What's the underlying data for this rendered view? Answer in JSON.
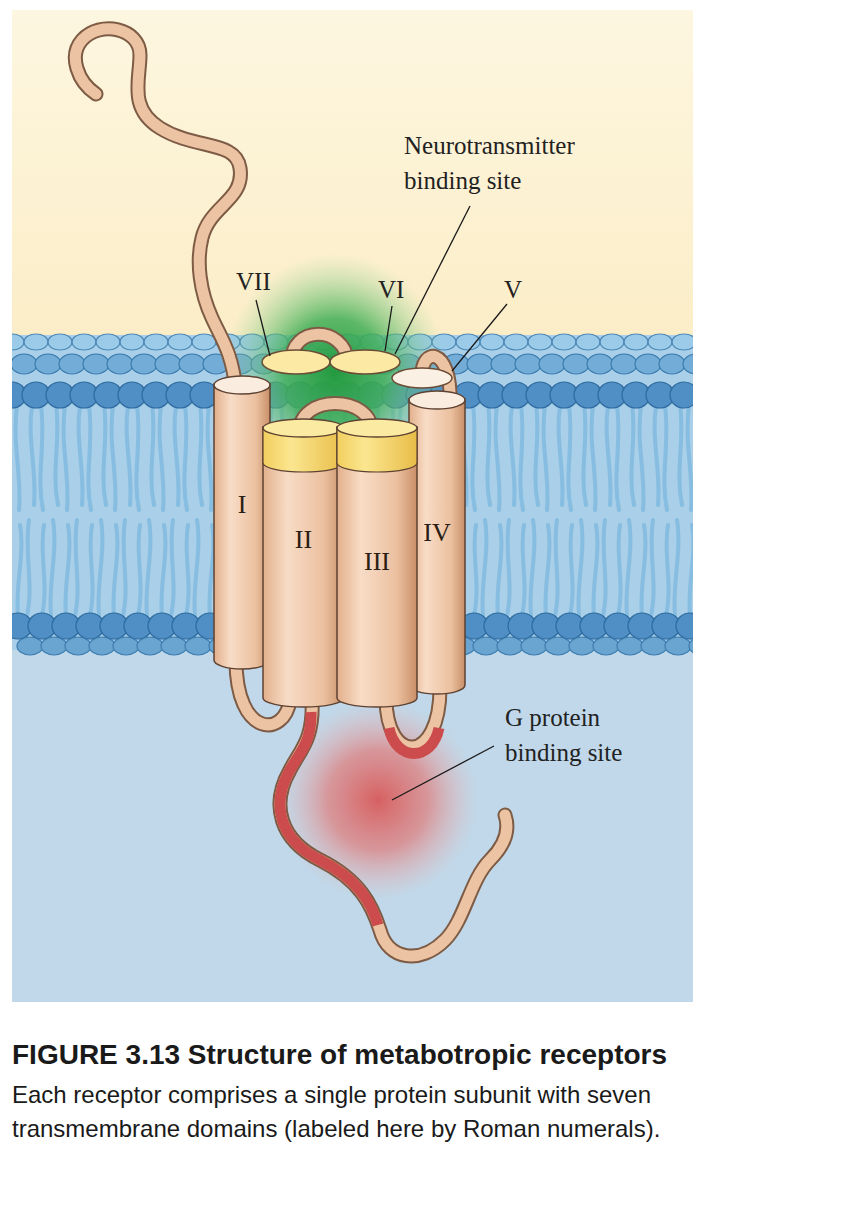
{
  "diagram": {
    "title": "FIGURE 3.13 Structure of metabotropic receptors",
    "caption": "Each receptor comprises a single protein subunit with seven transmembrane domains (labeled here by Roman numerals).",
    "nodes": [
      {
        "text": [
          "I"
        ]
      },
      {
        "text": [
          "II"
        ]
      },
      {
        "text": [
          "III"
        ]
      },
      {
        "text": [
          "IV"
        ]
      }
    ],
    "labels": [
      "Neurotransmitter binding site",
      "VII",
      "VI",
      "V",
      "G protein binding site"
    ]
  }
}
